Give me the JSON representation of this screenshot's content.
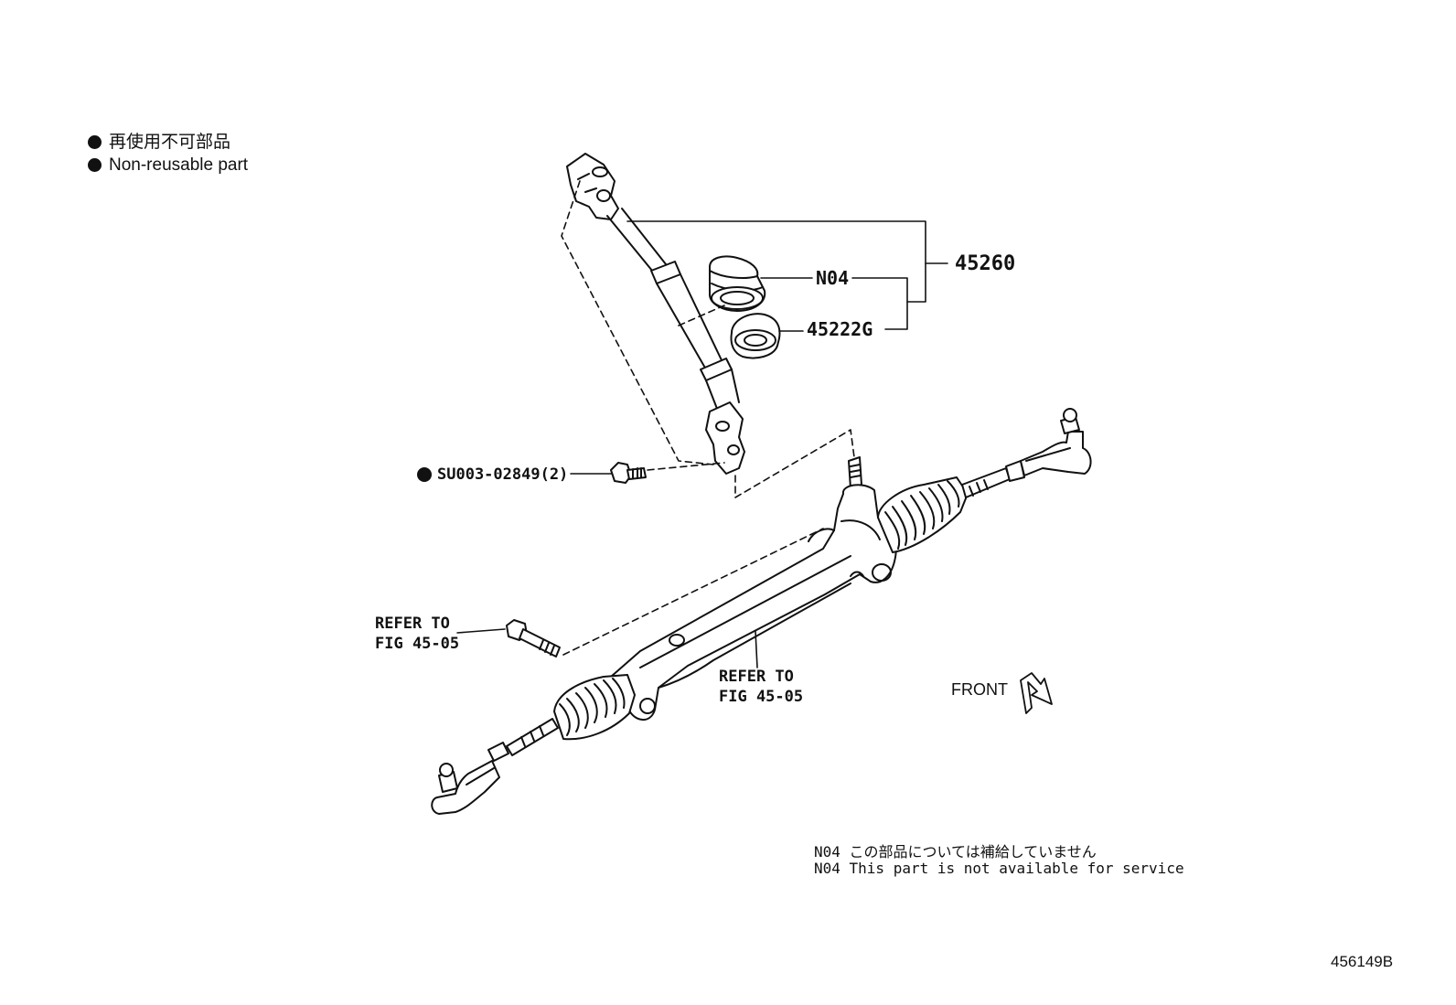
{
  "legend": {
    "line_jp": "再使用不可部品",
    "line_en": "Non-reusable part"
  },
  "parts": {
    "assembly": "45260",
    "boot": "N04",
    "grommet": "45222G",
    "bolt": "SU003-02849(2)"
  },
  "references": {
    "left_line1": "REFER TO",
    "left_line2": "FIG 45-05",
    "center_line1": "REFER TO",
    "center_line2": "FIG 45-05"
  },
  "front_label": "FRONT",
  "notes": {
    "jp": "N04 この部品については補給していません",
    "en": "N04 This part is not available for service"
  },
  "figure_id": "456149B"
}
